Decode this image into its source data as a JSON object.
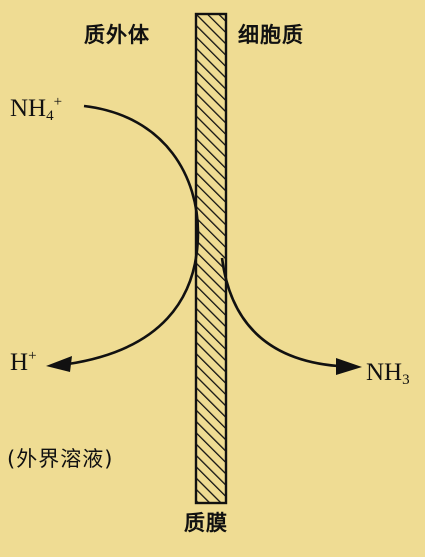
{
  "labels": {
    "exoplasm": "质外体",
    "cytoplasm": "细胞质",
    "membrane": "质膜",
    "external_solution": "(外界溶液)"
  },
  "species": {
    "ammonium": {
      "base": "NH",
      "sub": "4",
      "sup": "+"
    },
    "proton": {
      "base": "H",
      "sup": "+"
    },
    "ammonia": {
      "base": "NH",
      "sub": "3"
    }
  },
  "colors": {
    "background": "#efdc93",
    "ink": "#111111"
  }
}
